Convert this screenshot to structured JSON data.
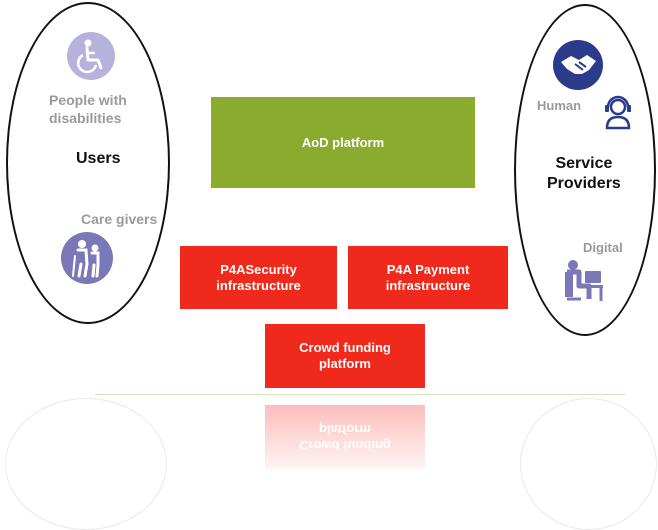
{
  "users": {
    "title": "Users",
    "people_label_line1": "People with",
    "people_label_line2": "disabilities",
    "caregivers_label": "Care givers"
  },
  "providers": {
    "title_line1": "Service",
    "title_line2": "Providers",
    "human_label": "Human",
    "digital_label": "Digital"
  },
  "boxes": {
    "aod": "AoD platform",
    "security_line1": "P4ASecurity",
    "security_line2": "infrastructure",
    "payment_line1": "P4A Payment",
    "payment_line2": "infrastructure",
    "crowd_line1": "Crowd funding",
    "crowd_line2": "platform"
  },
  "icons": {
    "wheelchair": "wheelchair-icon",
    "caregivers": "caregivers-icon",
    "handshake": "handshake-icon",
    "headset": "headset-agent-icon",
    "computer_user": "computer-user-icon"
  },
  "colors": {
    "green": "#8aab2e",
    "red": "#f0291d",
    "icon_purple": "#7b78b8",
    "icon_navy": "#2c3a8c"
  }
}
